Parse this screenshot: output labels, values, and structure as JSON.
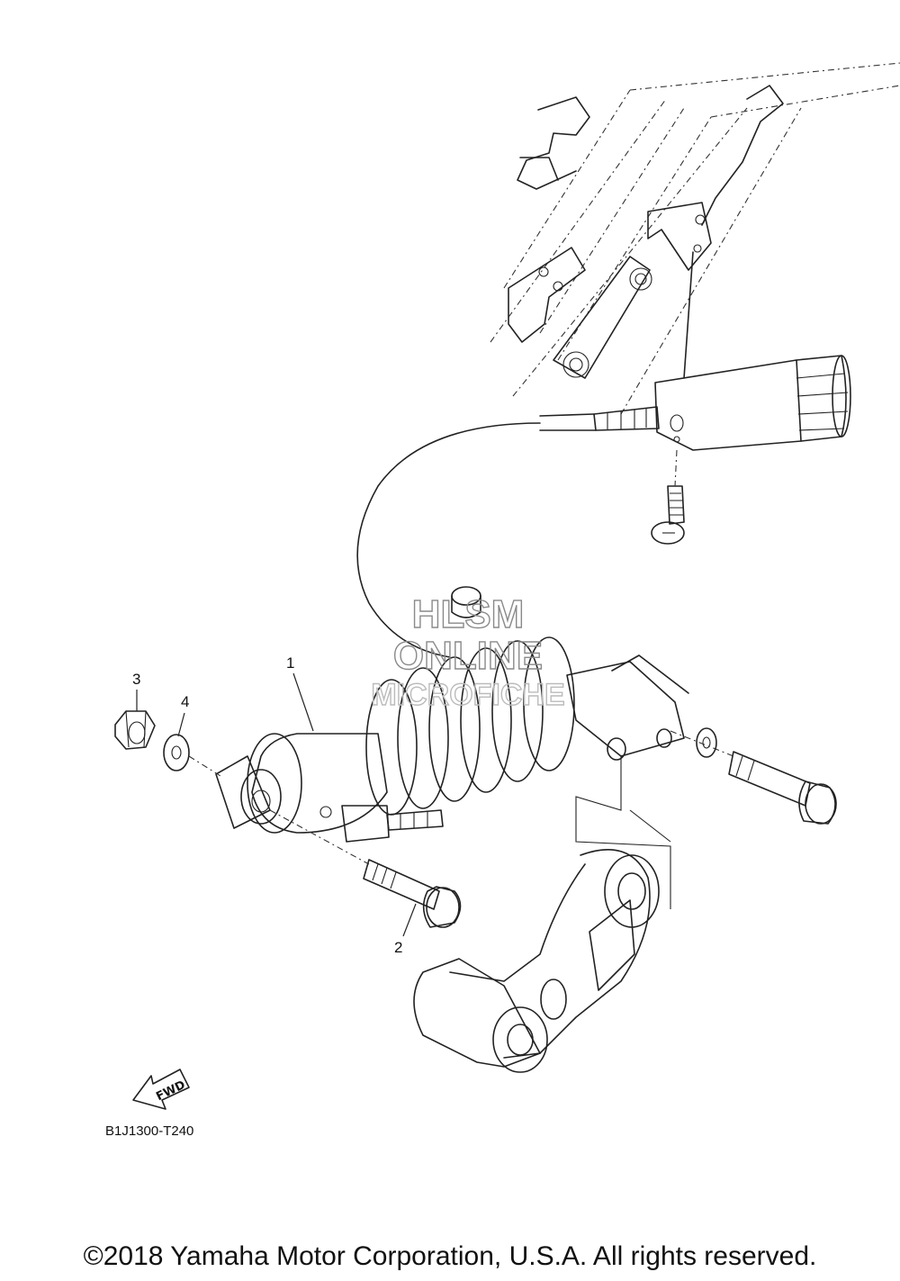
{
  "callouts": {
    "c1": "1",
    "c2": "2",
    "c3": "3",
    "c4": "4"
  },
  "watermark": {
    "line1": "HLSM",
    "line2": "ONLINE",
    "line3": "MICROFICHE"
  },
  "fwd_label": "FWD",
  "diagram_code": "B1J1300-T240",
  "copyright": "©2018 Yamaha Motor Corporation, U.S.A. All rights reserved."
}
